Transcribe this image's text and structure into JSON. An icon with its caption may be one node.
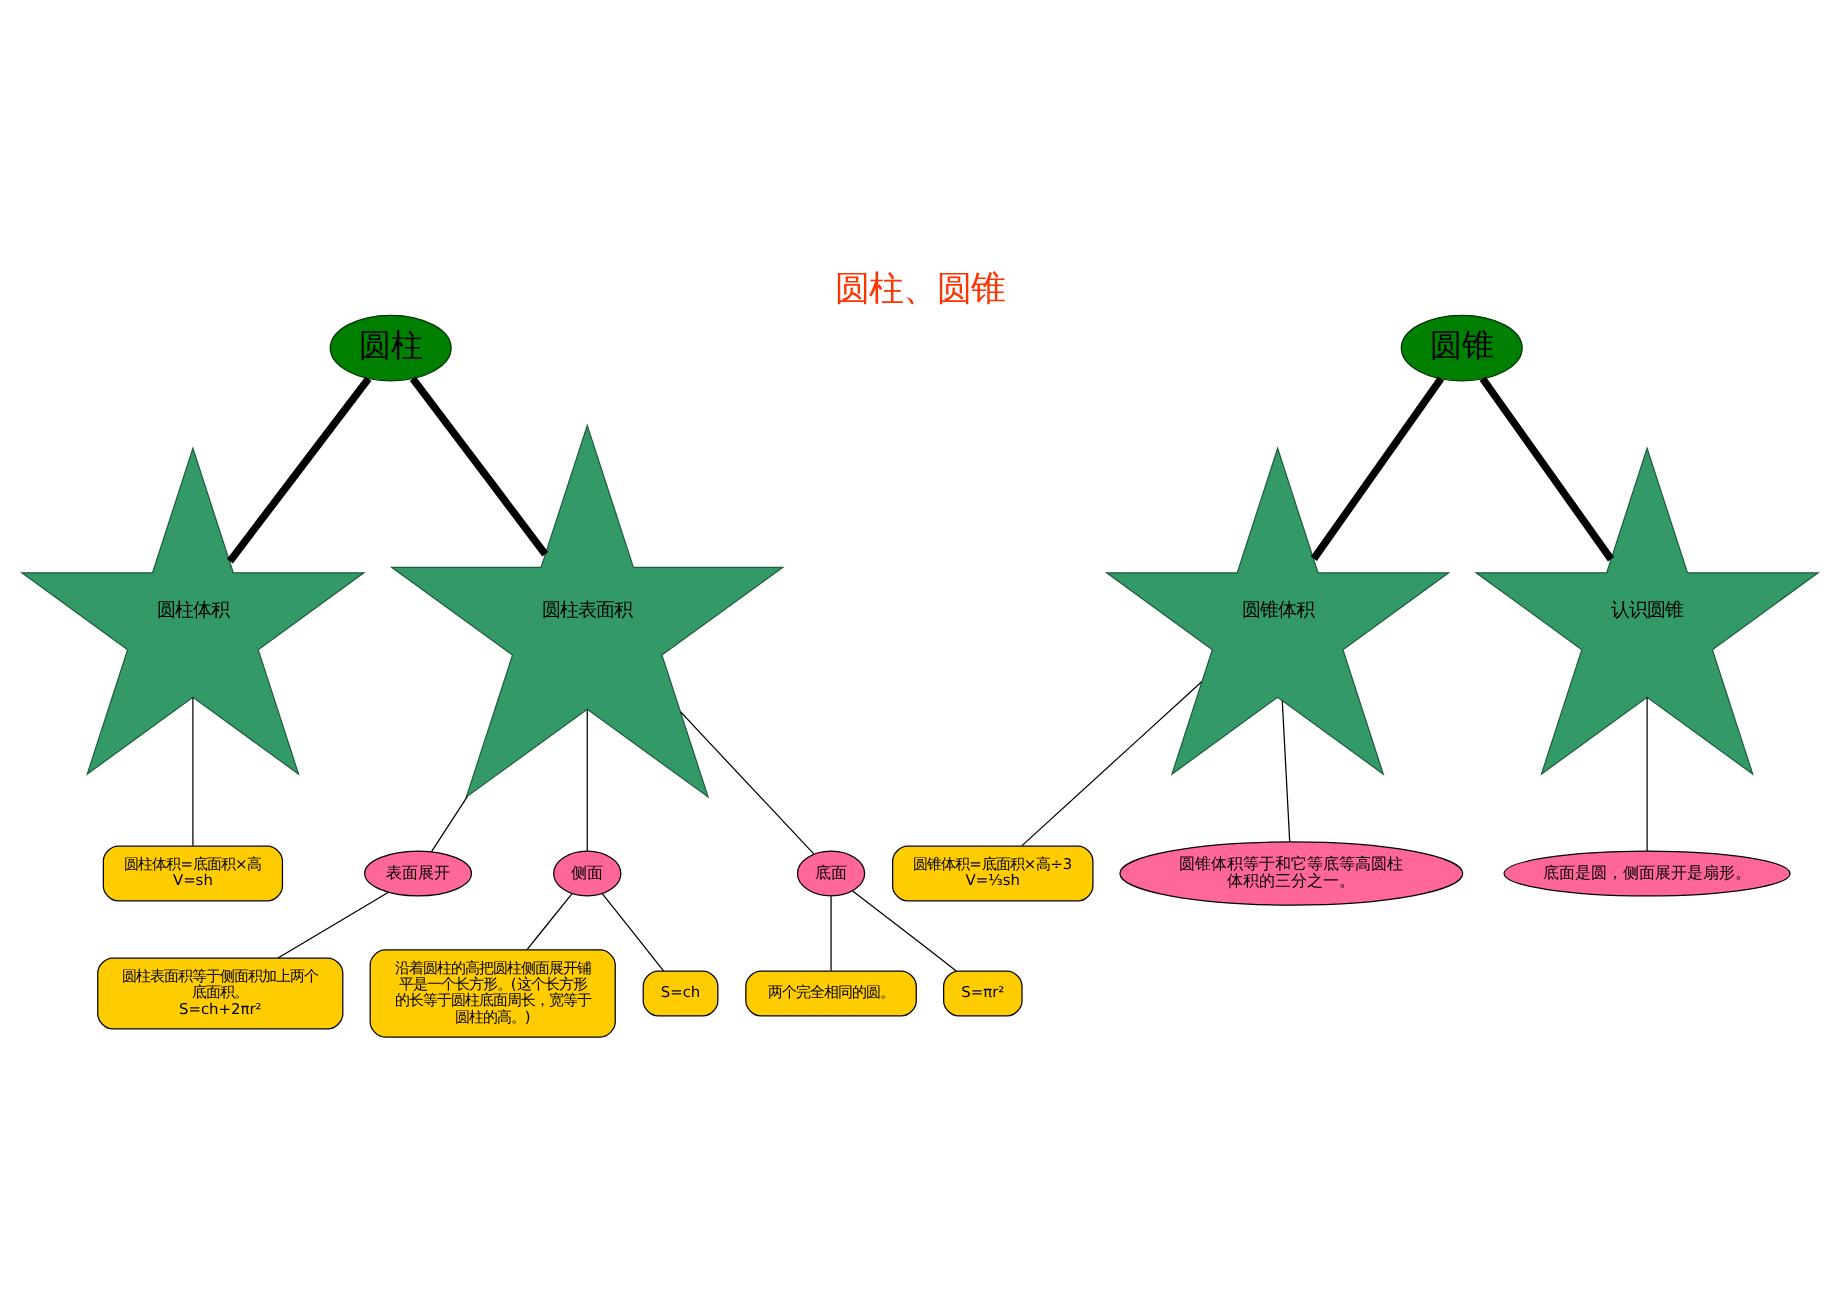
{
  "diagram": {
    "title": "圆柱、圆锥",
    "nodes": [
      {
        "text": [
          "圆柱"
        ]
      },
      {
        "text": [
          "圆锥"
        ]
      },
      {
        "text": [
          "圆柱体积"
        ]
      },
      {
        "text": [
          "圆柱体积=底面积×高",
          "V=sh"
        ]
      },
      {
        "text": [
          "圆柱表面积"
        ]
      },
      {
        "text": [
          "表面展开"
        ]
      },
      {
        "text": [
          "圆柱表面积等于侧面积加上两个底面积。",
          "S=ch+2πr²"
        ]
      },
      {
        "text": [
          "侧面"
        ]
      },
      {
        "text": [
          "沿着圆柱的高把圆柱侧面展开铺平是一个长方形。(这个长方形的长等于圆柱底面周长，宽等于圆柱的高。)"
        ]
      },
      {
        "text": [
          "S=ch"
        ]
      },
      {
        "text": [
          "底面"
        ]
      },
      {
        "text": [
          "两个完全相同的圆。"
        ]
      },
      {
        "text": [
          "S=πr²"
        ]
      },
      {
        "text": [
          "圆锥体积"
        ]
      },
      {
        "text": [
          "圆锥体积=底面积×高÷3",
          "V=⅓sh"
        ]
      },
      {
        "text": [
          "圆锥体积等于和它等底等高圆柱体积的三分之一。"
        ]
      },
      {
        "text": [
          "认识圆锥"
        ]
      },
      {
        "text": [
          "底面是圆，侧面展开是扇形。"
        ]
      }
    ],
    "edges": [
      {
        "from": 0,
        "to": 2,
        "arrow": "none",
        "style": "thick"
      },
      {
        "from": 2,
        "to": 3,
        "arrow": "none"
      },
      {
        "from": 0,
        "to": 4,
        "arrow": "none",
        "style": "thick"
      },
      {
        "from": 4,
        "to": 5,
        "arrow": "none"
      },
      {
        "from": 5,
        "to": 6,
        "arrow": "none"
      },
      {
        "from": 4,
        "to": 7,
        "arrow": "none"
      },
      {
        "from": 7,
        "to": 8,
        "arrow": "none"
      },
      {
        "from": 7,
        "to": 9,
        "arrow": "none"
      },
      {
        "from": 4,
        "to": 10,
        "arrow": "none"
      },
      {
        "from": 10,
        "to": 11,
        "arrow": "none"
      },
      {
        "from": 10,
        "to": 12,
        "arrow": "none"
      },
      {
        "from": 1,
        "to": 13,
        "arrow": "none",
        "style": "thick"
      },
      {
        "from": 13,
        "to": 14,
        "arrow": "none"
      },
      {
        "from": 13,
        "to": 15,
        "arrow": "none"
      },
      {
        "from": 1,
        "to": 16,
        "arrow": "none",
        "style": "thick"
      },
      {
        "from": 16,
        "to": 17,
        "arrow": "none"
      }
    ]
  }
}
